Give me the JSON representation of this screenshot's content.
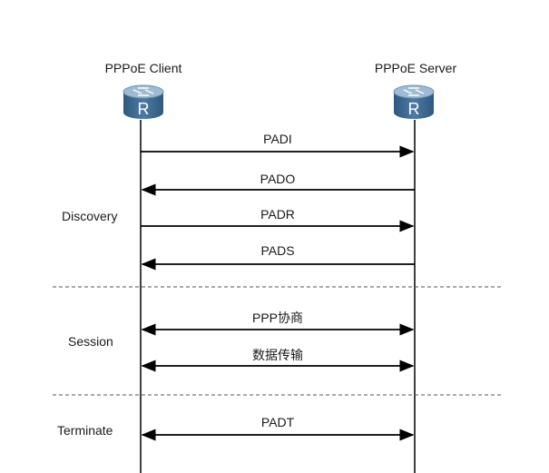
{
  "client": {
    "label": "PPPoE Client",
    "icon": "router-icon",
    "icon_letter": "R"
  },
  "server": {
    "label": "PPPoE Server",
    "icon": "router-icon",
    "icon_letter": "R"
  },
  "phases": {
    "discovery": "Discovery",
    "session": "Session",
    "terminate": "Terminate"
  },
  "messages": [
    {
      "label": "PADI",
      "direction": "client-to-server"
    },
    {
      "label": "PADO",
      "direction": "server-to-client"
    },
    {
      "label": "PADR",
      "direction": "client-to-server"
    },
    {
      "label": "PADS",
      "direction": "server-to-client"
    },
    {
      "label": "PPP协商",
      "direction": "bidirectional"
    },
    {
      "label": "数据传输",
      "direction": "bidirectional"
    },
    {
      "label": "PADT",
      "direction": "bidirectional"
    }
  ],
  "colors": {
    "router_body": "#3d6a93",
    "router_top": "#8fb0cc",
    "line": "#000000",
    "divider": "#555555"
  }
}
